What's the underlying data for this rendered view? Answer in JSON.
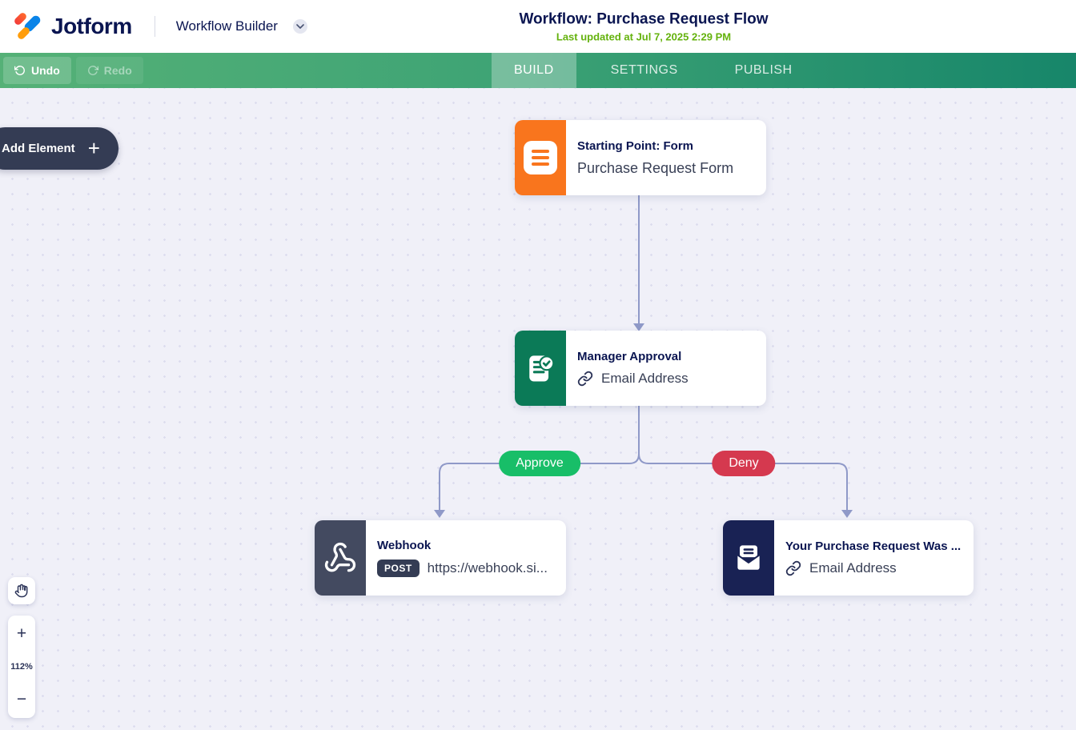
{
  "header": {
    "brand": "Jotform",
    "product": "Workflow Builder",
    "title": "Workflow: Purchase Request Flow",
    "subtitle": "Last updated at Jul 7, 2025 2:29 PM"
  },
  "toolbar": {
    "undo_label": "Undo",
    "redo_label": "Redo",
    "tabs": [
      {
        "label": "BUILD",
        "active": true
      },
      {
        "label": "SETTINGS",
        "active": false
      },
      {
        "label": "PUBLISH",
        "active": false
      }
    ]
  },
  "canvas": {
    "add_element_label": "Add Element",
    "plus_glyph": "+",
    "nodes": [
      {
        "id": "start",
        "icon": "form-icon",
        "accent": "#F9751D",
        "title": "Starting Point: Form",
        "subtitle": "Purchase Request Form"
      },
      {
        "id": "approval",
        "icon": "approval-icon",
        "accent": "#0B7A57",
        "title": "Manager Approval",
        "subtitle": "Email Address"
      },
      {
        "id": "webhook",
        "icon": "webhook-icon",
        "accent": "#434A60",
        "title": "Webhook",
        "badge": "POST",
        "subtitle": "https://webhook.si..."
      },
      {
        "id": "email",
        "icon": "email-icon",
        "accent": "#192254",
        "title": "Your Purchase Request Was ...",
        "subtitle": "Email Address"
      }
    ],
    "branches": [
      {
        "label": "Approve",
        "color": "#18BE68"
      },
      {
        "label": "Deny",
        "color": "#D5394F"
      }
    ],
    "connector_color": "#8F99C8",
    "zoom": {
      "zoom_in_glyph": "+",
      "level": "112%",
      "zoom_out_glyph": "−"
    }
  }
}
